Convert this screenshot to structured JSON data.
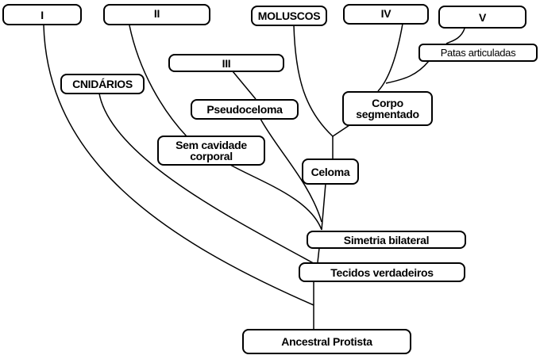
{
  "tips": {
    "I": "I",
    "II": "II",
    "III": "III",
    "IV": "IV",
    "V": "V",
    "moluscos": "MOLUSCOS",
    "cnidarios": "CNIDÁRIOS"
  },
  "traits": {
    "patas": "Patas articuladas",
    "pseudoceloma": "Pseudoceloma",
    "corpo": "Corpo segmentado",
    "sem_cavidade": "Sem cavidade corporal",
    "celoma": "Celoma",
    "simetria": "Simetria bilateral",
    "tecidos": "Tecidos verdadeiros"
  },
  "root": "Ancestral Protista"
}
